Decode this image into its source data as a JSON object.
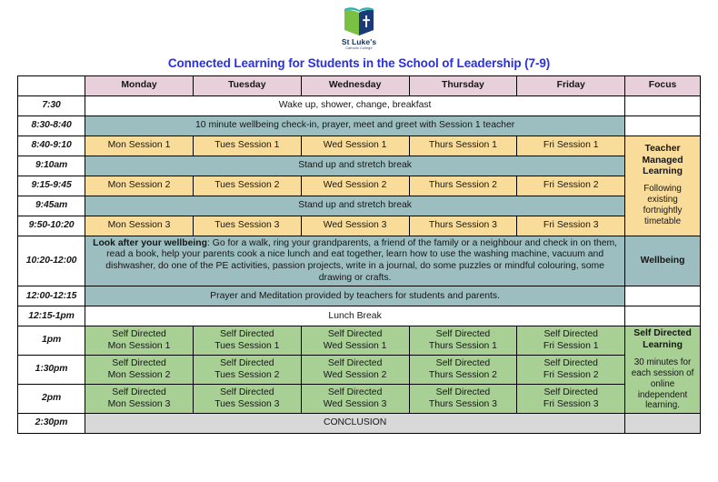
{
  "logo": {
    "name": "St Luke's",
    "subtitle": "Catholic College",
    "icon": "open-book-with-cross-logo",
    "colors": {
      "green": "#7ac143",
      "teal": "#2bb3b0",
      "navy": "#1b3a78"
    }
  },
  "title": "Connected Learning for Students in the School of Leadership (7-9)",
  "colors": {
    "title": "#2a30e0",
    "day_header": "#e7d0d9",
    "teal": "#9dbec0",
    "orange": "#f9dc9a",
    "green": "#a8cf94",
    "grey": "#d8d8d8",
    "focus_green": "#cfe2c4"
  },
  "table": {
    "corner_label": "",
    "day_headers": [
      "Monday",
      "Tuesday",
      "Wednesday",
      "Thursday",
      "Friday"
    ],
    "focus_header": "Focus",
    "rows": [
      {
        "time": "7:30",
        "type": "full",
        "text": "Wake up, shower, change, breakfast",
        "fill": "white"
      },
      {
        "time": "8:30-8:40",
        "type": "full",
        "text": "10 minute wellbeing check-in, prayer, meet and greet with Session 1 teacher",
        "fill": "teal"
      },
      {
        "time": "8:40-9:10",
        "type": "days",
        "fill": "orange",
        "cells": [
          "Mon Session 1",
          "Tues Session 1",
          "Wed Session 1",
          "Thurs Session 1",
          "Fri Session 1"
        ]
      },
      {
        "time": "9:10am",
        "type": "full",
        "text": "Stand up and stretch break",
        "fill": "teal"
      },
      {
        "time": "9:15-9:45",
        "type": "days",
        "fill": "orange",
        "cells": [
          "Mon Session 2",
          "Tues Session 2",
          "Wed Session 2",
          "Thurs Session 2",
          "Fri Session 2"
        ]
      },
      {
        "time": "9:45am",
        "type": "full",
        "text": "Stand up and stretch break",
        "fill": "teal"
      },
      {
        "time": "9:50-10:20",
        "type": "days",
        "fill": "orange",
        "cells": [
          "Mon Session 3",
          "Tues Session 3",
          "Wed Session 3",
          "Thurs Session 3",
          "Fri Session 3"
        ]
      },
      {
        "time": "10:20-12:00",
        "type": "wellbeing",
        "fill": "teal",
        "lead": "Look after your wellbeing",
        "text": ": Go for a walk, ring your grandparents, a friend of the family or a neighbour and check in on them, read a book, help your parents cook a nice lunch and eat together, learn how to use the washing machine, vacuum and dishwasher, do one of the PE activities,  passion projects, write in a journal, do some puzzles or mindful colouring, some drawing or crafts."
      },
      {
        "time": "12:00-12:15",
        "type": "full",
        "text": "Prayer and Meditation provided by teachers for students and parents.",
        "fill": "teal"
      },
      {
        "time": "12:15-1pm",
        "type": "full",
        "text": "Lunch Break",
        "fill": "white"
      },
      {
        "time": "1pm",
        "type": "days2",
        "fill": "green",
        "cells": [
          [
            "Self Directed",
            "Mon Session 1"
          ],
          [
            "Self Directed",
            "Tues Session 1"
          ],
          [
            "Self Directed",
            "Wed Session 1"
          ],
          [
            "Self Directed",
            "Thurs Session 1"
          ],
          [
            "Self Directed",
            "Fri Session 1"
          ]
        ]
      },
      {
        "time": "1:30pm",
        "type": "days2",
        "fill": "green",
        "cells": [
          [
            "Self Directed",
            "Mon Session 2"
          ],
          [
            "Self Directed",
            "Tues Session 2"
          ],
          [
            "Self Directed",
            "Wed Session 2"
          ],
          [
            "Self Directed",
            "Thurs Session 2"
          ],
          [
            "Self Directed",
            "Fri Session 2"
          ]
        ]
      },
      {
        "time": "2pm",
        "type": "days2",
        "fill": "green",
        "cells": [
          [
            "Self Directed",
            "Mon Session 3"
          ],
          [
            "Self Directed",
            "Tues Session 3"
          ],
          [
            "Self Directed",
            "Wed Session 3"
          ],
          [
            "Self Directed",
            "Thurs Session 3"
          ],
          [
            "Self Directed",
            "Fri Session 3"
          ]
        ]
      },
      {
        "time": "2:30pm",
        "type": "full",
        "text": "CONCLUSION",
        "fill": "grey"
      }
    ],
    "focus_blocks": {
      "teacher_managed": {
        "title": "Teacher Managed Learning",
        "subtitle": "Following existing fortnightly timetable"
      },
      "wellbeing": {
        "title": "Wellbeing"
      },
      "self_directed": {
        "title": "Self Directed Learning",
        "subtitle": "30 minutes for each session of online independent learning."
      }
    }
  }
}
